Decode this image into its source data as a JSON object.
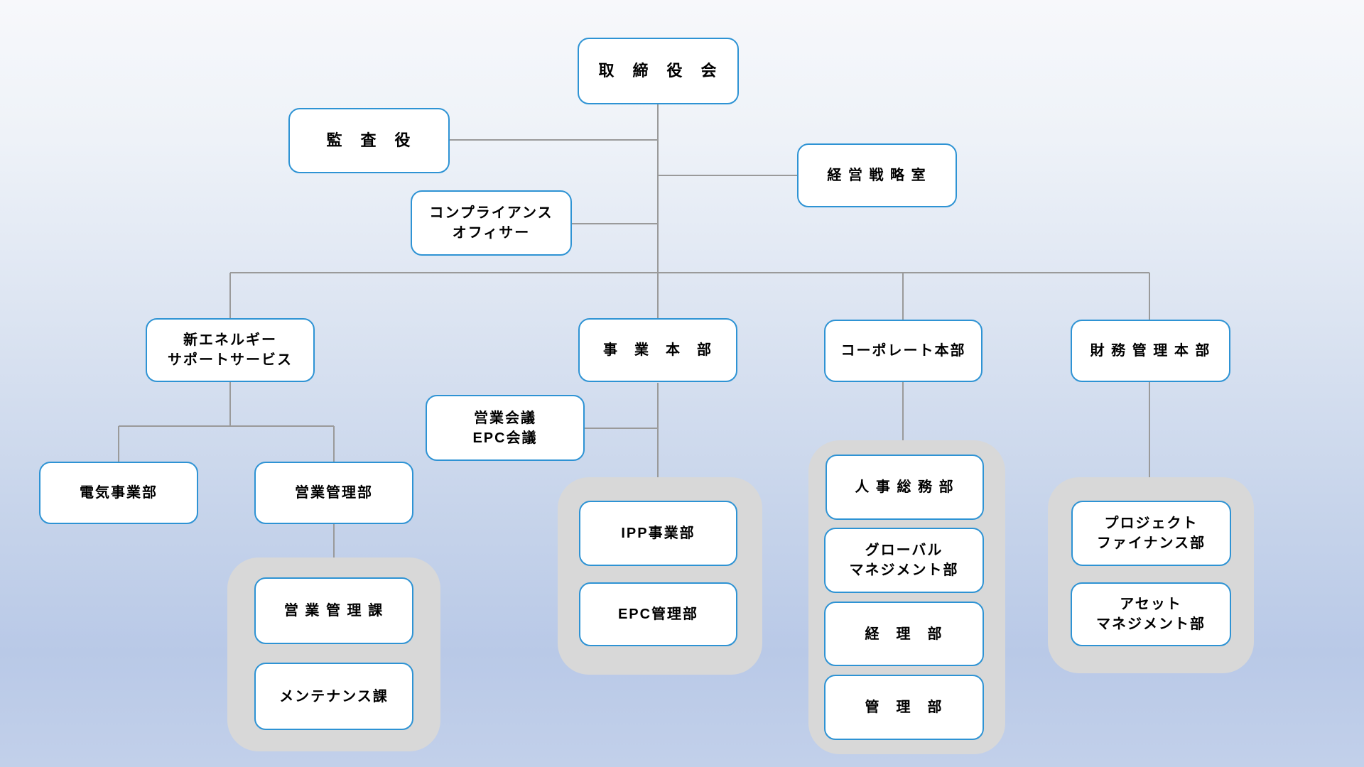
{
  "chart": {
    "type": "org-chart",
    "nodes": {
      "board": {
        "label": "取　締　役　会"
      },
      "auditor": {
        "label": "監　査　役"
      },
      "compliance": {
        "label": "コンプライアンス\nオフィサー"
      },
      "strategy": {
        "label": "経 営 戦 略 室"
      },
      "new_energy": {
        "label": "新エネルギー\nサポートサービス"
      },
      "business_hq": {
        "label": "事　業　本　部"
      },
      "corporate_hq": {
        "label": "コーポレート本部"
      },
      "finance_hq": {
        "label": "財 務 管 理 本 部"
      },
      "sales_meeting": {
        "label": "営業会議\nEPC会議"
      },
      "electric": {
        "label": "電気事業部"
      },
      "sales_mgmt": {
        "label": "営業管理部"
      },
      "sales_mgmt_sec": {
        "label": "営 業 管 理 課"
      },
      "maintenance": {
        "label": "メンテナンス課"
      },
      "ipp": {
        "label": "IPP事業部"
      },
      "epc": {
        "label": "EPC管理部"
      },
      "hr": {
        "label": "人 事 総 務 部"
      },
      "global_mgmt": {
        "label": "グローバル\nマネジメント部"
      },
      "accounting": {
        "label": "経　理　部"
      },
      "admin": {
        "label": "管　理　部"
      },
      "project_finance": {
        "label": "プロジェクト\nファイナンス部"
      },
      "asset_mgmt": {
        "label": "アセット\nマネジメント部"
      }
    },
    "colors": {
      "box_border": "#2e93d4",
      "connector": "#9a9a9a",
      "group_background": "#d8d8d8"
    }
  }
}
